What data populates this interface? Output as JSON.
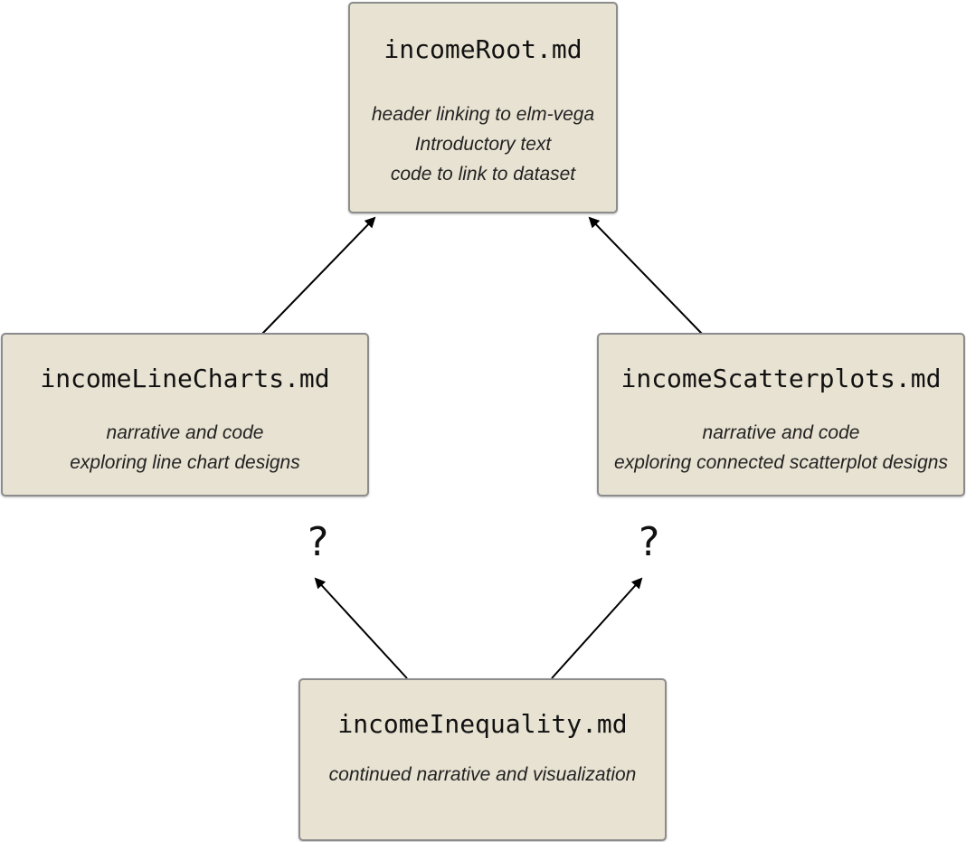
{
  "nodes": {
    "root": {
      "title": "incomeRoot.md",
      "description": [
        "header linking to elm-vega",
        "Introductory text",
        "code to link to dataset"
      ]
    },
    "line_charts": {
      "title": "incomeLineCharts.md",
      "description": [
        "narrative and code",
        "exploring line chart designs"
      ]
    },
    "scatterplots": {
      "title": "incomeScatterplots.md",
      "description": [
        "narrative and code",
        "exploring connected scatterplot designs"
      ]
    },
    "inequality": {
      "title": "incomeInequality.md",
      "description": [
        "continued narrative and visualization"
      ]
    }
  },
  "question_marks": {
    "left": "?",
    "right": "?"
  },
  "edges": [
    {
      "from": "line_charts",
      "to": "root"
    },
    {
      "from": "scatterplots",
      "to": "root"
    },
    {
      "from": "inequality",
      "to": "question-left"
    },
    {
      "from": "inequality",
      "to": "question-right"
    }
  ],
  "colors": {
    "node_fill": "#e8e2d2",
    "node_border": "#8c8c8c",
    "edge": "#000000"
  }
}
